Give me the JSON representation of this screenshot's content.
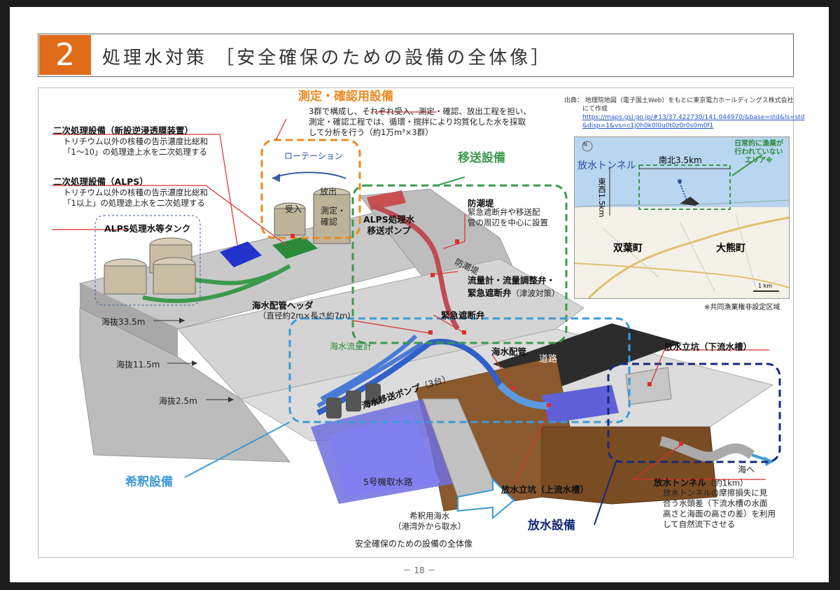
{
  "header": {
    "section_number": "2",
    "title": "処理水対策 ［安全確保のための設備の全体像］"
  },
  "labels": {
    "sokutei": "測定・確認用設備",
    "sokutei_desc": [
      "3群で構成し、それぞれ受入、測定・確認、放出工程を担い、",
      "測定・確認工程では、循環・撹拌により均質化した水を採取",
      "して分析を行う（約1万m³×3群）"
    ],
    "rotation": "ローテーション",
    "hoshutsu": "放出",
    "ukeire": "受入",
    "sokutei_kakunin": [
      "測定・",
      "確認"
    ],
    "niji_ro_title": "二次処理設備（新設逆浸透膜装置）",
    "niji_ro_desc": [
      "トリチウム以外の核種の告示濃度比総和",
      "「1～10」の処理途上水を二次処理する"
    ],
    "niji_alps_title": "二次処理設備（ALPS）",
    "niji_alps_desc": [
      "トリチウム以外の核種の告示濃度比総和",
      "「1以上」の処理途上水を二次処理する"
    ],
    "alps_tank": "ALPS処理水等タンク",
    "iso": "移送設備",
    "alps_pump": [
      "ALPS処理水",
      "移送ポンプ"
    ],
    "bochotei_title": "防潮堤",
    "bochotei_desc": [
      "緊急遮断弁や移送配",
      "管の周辺を中心に設置"
    ],
    "bochotei_wall": "防潮堤",
    "flowmeter_title": [
      "流量計・流量調整弁・",
      "緊急遮断弁"
    ],
    "flowmeter_suffix": "（津波対策）",
    "kaisui_header_title": "海水配管ヘッダ",
    "kaisui_header_desc": "（直径約2m×長さ約7m)",
    "kinkyu": "緊急遮断弁",
    "kaisui_flowmeter": "海水流量計",
    "kaisui_pipe": "海水配管",
    "road": "道路",
    "kaisui_pump": "海水移送ポンプ",
    "kaisui_pump_count": "（3台）",
    "elev_33": "海抜33.5m",
    "elev_11": "海抜11.5m",
    "elev_2": "海抜2.5m",
    "kishaku": "希釈設備",
    "intake": "5号機取水路",
    "kishaku_water": [
      "希釈用海水",
      "（港湾外から取水）"
    ],
    "joryu": "放水立坑（上流水槽）",
    "karyu": "放水立坑（下流水槽）",
    "housui": "放水設備",
    "tunnel_title": "放水トンネル",
    "tunnel_len": "（約1km）",
    "tunnel_desc": [
      "放水トンネルの摩擦損失に見",
      "合う水頭差（下流水槽の水面",
      "高さと海面の高さの差）を利用",
      "して自然流下させる"
    ],
    "umihe": "海へ",
    "caption": "安全確保のための設備の全体像"
  },
  "map": {
    "source": [
      "出典： 地理院地図（電子国土Web）をもとに東京電力ホールディングス株式会社",
      "にて作成"
    ],
    "url": [
      "https://maps.gsi.go.jp/#13/37.422730/141.044970/&base=std&ls=std",
      "&disp=1&vs=c1j0h0k0l0u0t0z0r0s0m0f1"
    ],
    "tunnel_label": "放水トンネル",
    "ns": "南北3.5km",
    "ew": "東西1.5km",
    "area": [
      "日常的に漁業が",
      "行われていない",
      "エリア※"
    ],
    "futaba": "双葉町",
    "okuma": "大熊町",
    "scale": "1 km",
    "note": "※共同漁業権非設定区域",
    "north": "N"
  },
  "footer": {
    "page": "－ 18 －"
  }
}
